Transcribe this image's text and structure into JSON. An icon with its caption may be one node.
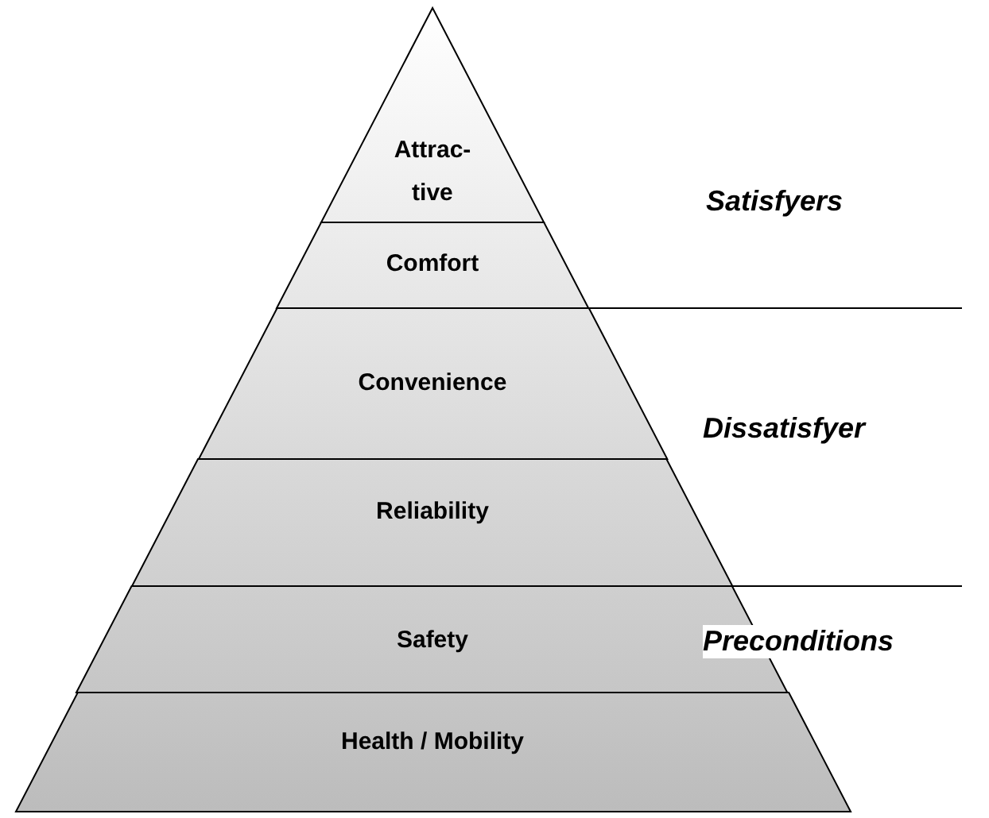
{
  "diagram": {
    "nodes": [
      {
        "text": [
          "Attrac- tive"
        ]
      },
      {
        "text": [
          "Comfort"
        ]
      },
      {
        "text": [
          "Convenience"
        ]
      },
      {
        "text": [
          "Reliability"
        ]
      },
      {
        "text": [
          "Safety"
        ]
      },
      {
        "text": [
          "Health / Mobility"
        ]
      }
    ],
    "labels": [
      "Satisfyers",
      "Dissatisfyer",
      "Preconditions"
    ]
  }
}
